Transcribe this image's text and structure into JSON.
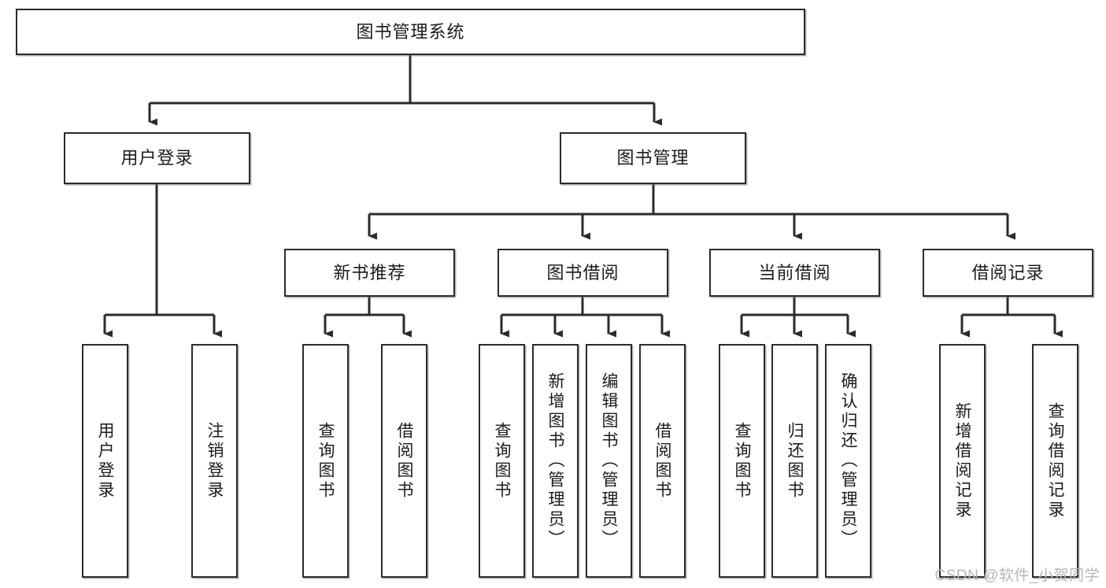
{
  "diagram": {
    "title": "图书管理系统",
    "watermark": "CSDN @软件_小贺同学",
    "levels": {
      "root": {
        "label": "图书管理系统"
      },
      "level2": [
        {
          "label": "用户登录"
        },
        {
          "label": "图书管理"
        }
      ],
      "level3": [
        {
          "label": "新书推荐"
        },
        {
          "label": "图书借阅"
        },
        {
          "label": "当前借阅"
        },
        {
          "label": "借阅记录"
        }
      ],
      "leaves": [
        {
          "label": "用户登录"
        },
        {
          "label": "注销登录"
        },
        {
          "label": "查询图书"
        },
        {
          "label": "借阅图书"
        },
        {
          "label": "查询图书"
        },
        {
          "label": "新增图书（管理员）"
        },
        {
          "label": "编辑图书（管理员）"
        },
        {
          "label": "借阅图书"
        },
        {
          "label": "查询图书"
        },
        {
          "label": "归还图书"
        },
        {
          "label": "确认归还（管理员）"
        },
        {
          "label": "新增借阅记录"
        },
        {
          "label": "查询借阅记录"
        }
      ]
    },
    "colors": {
      "stroke": "#2b2b2b",
      "fill": "#ffffff",
      "text": "#1b1b1b",
      "watermark": "#b6b6b6"
    }
  }
}
